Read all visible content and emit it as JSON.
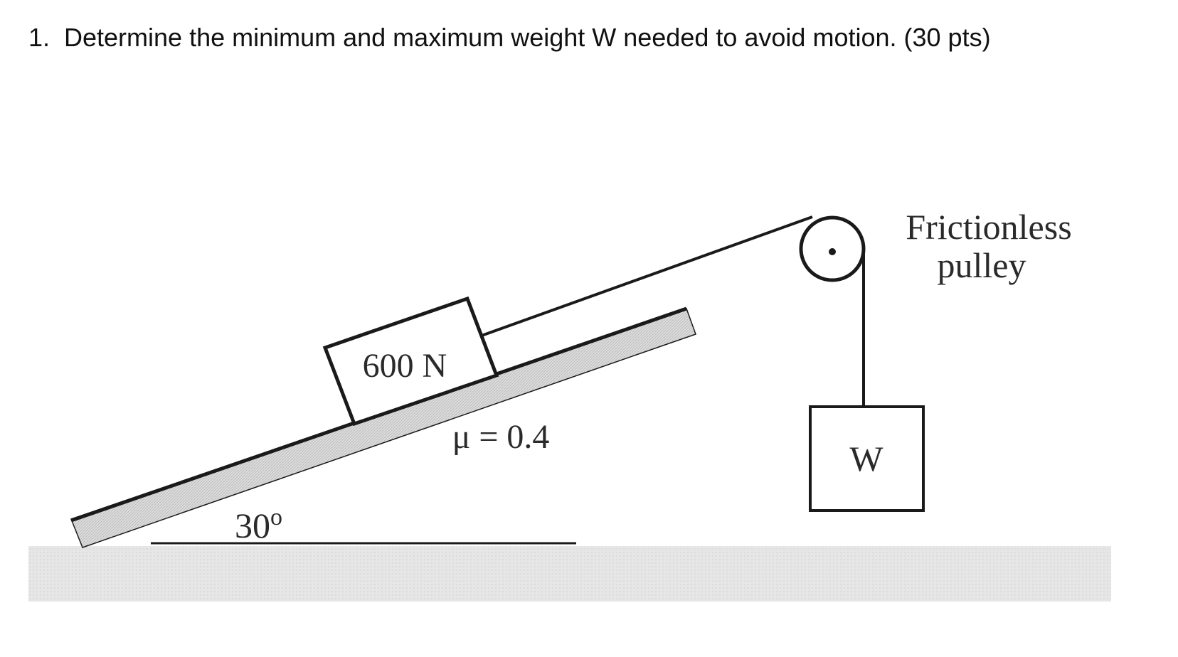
{
  "question": {
    "number": "1.",
    "text": "Determine the minimum and maximum weight W needed to avoid motion. (30 pts)"
  },
  "diagram": {
    "block_label": "600 N",
    "friction_label": "μ = 0.4",
    "angle_label": "30",
    "angle_unit": "o",
    "hanging_label": "W",
    "pulley_label_line1": "Frictionless",
    "pulley_label_line2": "pulley"
  },
  "colors": {
    "ink": "#1a1a1a",
    "incline_fill": "#d6d6d6",
    "ground_fill": "#e3e3e3"
  }
}
